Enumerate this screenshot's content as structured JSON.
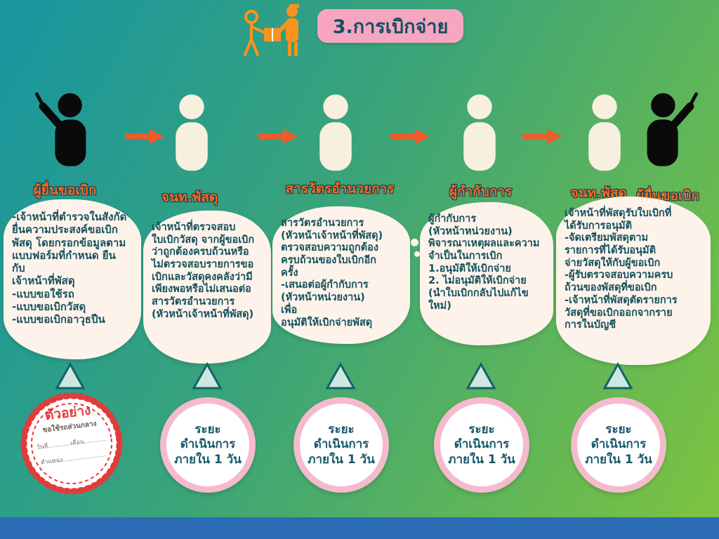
{
  "title": {
    "text": "3.การเบิกจ่าย"
  },
  "icons": {
    "header": "delivery-handoff-icon",
    "flow_arrow": "arrow-right-icon",
    "presenter_figure": "presenter-person-icon",
    "person_figure": "person-icon",
    "triangle": "up-arrow-icon"
  },
  "roles": [
    {
      "label": "ผู้ยื่นขอเบิก"
    },
    {
      "label": "จนท.พัสดุ"
    },
    {
      "label": "สารวัตรอำนวยการ"
    },
    {
      "label": "ผู้กำกับการ"
    },
    {
      "label": "จนท.พัสดุ"
    },
    {
      "label": "ผู้ยื่นขอเบิก"
    }
  ],
  "bubbles": [
    {
      "text": "-เจ้าหน้าที่ตำรวจในสังกัด\nยื่นความประสงค์ขอเบิก\nพัสดุ โดยกรอกข้อมูลตาม\nแบบฟอร์มที่กำหนด ยืน\nกับ\nเจ้าหน้าที่พัสดุ\n-แบบขอใช้รถ\n-แบบขอเบิกวัสดุ\n-แบบขอเบิกอาวุธปืน"
    },
    {
      "text": "เจ้าหน้าที่ตรวจสอบ\nใบเบิกวัสดุ จากผู้ขอเบิก\nว่าถูกต้องครบถ้วนหรือ\nไม่ตรวจสอบรายการขอ\nเบิกและวัสดุคงคลังว่ามี\nเพียงพอหรือไม่เสนอต่อ\nสารวัตรอำนวยการ\n(หัวหน้าเจ้าหน้าที่พัสดุ)"
    },
    {
      "text": "สารวัตรอำนวยการ\n(หัวหน้าเจ้าหน้าที่พัสดุ)\nตรวจสอบความถูกต้อง\nครบถ้วนของใบเบิกอีก\nครั้ง\n-เสนอต่อผู้กำกับการ\n(หัวหน้าหน่วยงาน)\nเพื่อ\nอนุมัติให้เบิกจ่ายพัสดุ"
    },
    {
      "text": "ผู้กำกับการ\n(หัวหน้าหน่วยงาน)\nพิจารณาเหตุผลและความ\nจำเป็นในการเบิก\n1.อนุมัติให้เบิกจ่าย\n2. ไม่อนุมัติให้เบิกจ่าย\n(นำใบเบิกกลับไปแก้ไข\nใหม่)"
    },
    {
      "text": "เจ้าหน้าที่พัสดุรับใบเบิกที่\nได้รับการอนุมัติ\n-จัดเตรียมพัสดุตาม\nรายการที่ได้รับอนุมัติ\nจ่ายวัสดุให้กับผู้ขอเบิก\n-ผู้รับตรวจสอบความครบ\nถ้วนของพัสดุที่ขอเบิก\n-เจ้าหน้าที่พัสดุตัดรายการ\nวัสดุที่ขอเบิกออกจากราย\nการในบัญชี"
    }
  ],
  "timer": {
    "text": "ระยะ\nดำเนินการ\nภายใน 1 วัน"
  },
  "stamp": {
    "label": "ตัวอย่าง",
    "line1": "ขอใช้รถส่วนกลาง",
    "line2": "วันที่............เดือน............",
    "line3": "ตำแหน่ง......................."
  },
  "colors": {
    "background_top": "#1795a0",
    "background_bottom": "#7ec43e",
    "title_bg": "#f6a6c0",
    "text_dark_teal": "#15505e",
    "role_orange": "#f26d1e",
    "arrow_orange": "#f15a29",
    "bubble_cream": "#fdf3ea",
    "timer_border_pink": "#f5bace",
    "stamp_red": "#e23b3b",
    "footer_blue": "#2b6cb4"
  }
}
